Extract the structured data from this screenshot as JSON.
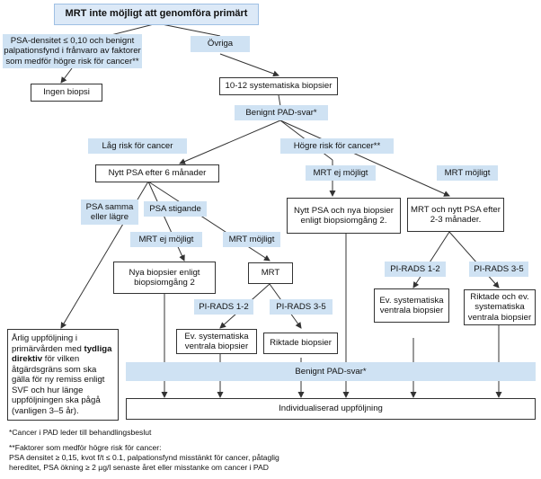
{
  "flowchart": {
    "title": "MRT inte möjligt att genomföra primärt",
    "psa_low": "PSA-densitet ≤ 0,10 och benignt palpationsfynd i frånvaro av faktorer som medför högre risk för cancer**",
    "ovriga": "Övriga",
    "ingen_biopsi": "Ingen biopsi",
    "systematiska": "10-12 systematiska biopsier",
    "benignt_pad_1": "Benignt PAD-svar*",
    "lag_risk": "Låg risk för cancer",
    "hogre_risk": "Högre risk för cancer**",
    "nytt_psa_6": "Nytt PSA efter 6 månader",
    "mrt_ej_mojligt_right": "MRT ej möjligt",
    "mrt_mojligt_right": "MRT möjligt",
    "psa_samma": "PSA samma eller lägre",
    "psa_stigande": "PSA stigande",
    "nytt_psa_nya": "Nytt PSA och nya biopsier enligt biopsiomgång 2.",
    "mrt_nytt_psa": "MRT och nytt PSA efter 2-3 månader.",
    "mrt_ej_mojligt_mid": "MRT ej möjligt",
    "mrt_mojligt_mid": "MRT möjligt",
    "nya_biopsier": "Nya biopsier enligt biopsiomgång 2",
    "mrt": "MRT",
    "pirads12_right": "PI-RADS 1-2",
    "pirads35_right": "PI-RADS 3-5",
    "pirads12_mid": "PI-RADS 1-2",
    "pirads35_mid": "PI-RADS 3-5",
    "ev_syst_right": "Ev. systematiska ventrala biopsier",
    "riktade_ev": "Riktade och ev. systematiska ventrala biopsier",
    "ev_syst_mid": "Ev. systematiska ventrala biopsier",
    "riktade": "Riktade biopsier",
    "arlig_1": "Årlig uppföljning i primärvården med ",
    "arlig_bold": "tydliga direktiv",
    "arlig_2": " för vilken åtgärdsgräns som ska gälla för ny remiss enligt SVF och hur länge uppföljningen ska pågå (vanligen 3–5 år).",
    "benignt_pad_2": "Benignt PAD-svar*",
    "individualiserad": "Individualiserad uppföljning"
  },
  "footnotes": {
    "f1": "*Cancer i PAD leder till behandlingsbeslut",
    "f2_l1": "**Faktorer som medför högre risk för cancer:",
    "f2_l2": "PSA densitet ≥ 0,15, kvot f/t ≤ 0.1, palpationsfynd misstänkt för cancer, påtaglig",
    "f2_l3": "hereditet, PSA ökning ≥ 2 µg/l senaste året eller misstanke om cancer i PAD"
  },
  "colors": {
    "label_bg": "#cfe2f3",
    "title_bg": "#dce9f7",
    "line": "#333333"
  }
}
